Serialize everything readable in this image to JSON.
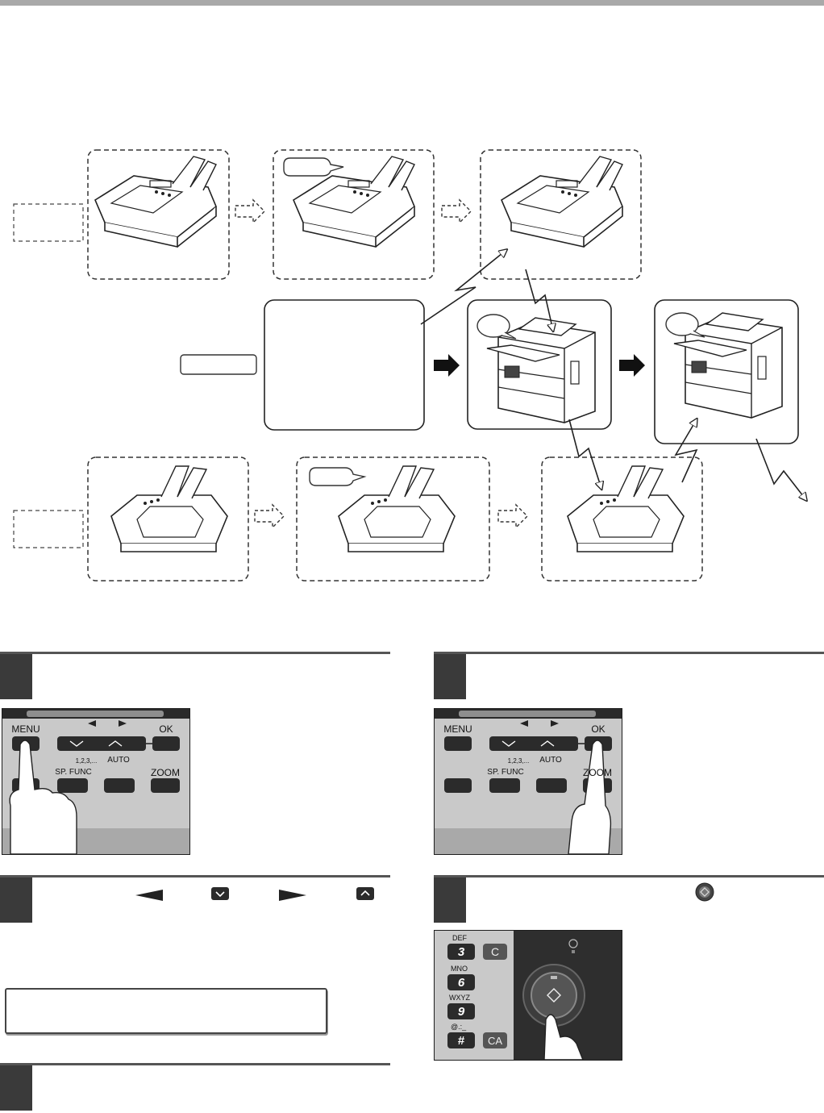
{
  "panel_op": {
    "menu_label": "MENU",
    "ok_label": "OK",
    "auto_label": "AUTO",
    "sp_func_label": "SP. FUNC",
    "zoom_label": "ZOOM",
    "sort_label": "1,2,3,..."
  },
  "keypad": {
    "keys": [
      {
        "letters": "DEF",
        "digit": "3"
      },
      {
        "letters": "MNO",
        "digit": "6"
      },
      {
        "letters": "WXYZ",
        "digit": "9"
      },
      {
        "letters": "@.:_",
        "digit": "#"
      }
    ],
    "clear_label": "C",
    "clear_all_label": "CA"
  },
  "colors": {
    "panel_bg": "#3b3b3b",
    "panel_face": "#c9c9c9",
    "key_fill": "#2b2b2b",
    "topbar": "#a9a9a9",
    "step_tab": "#3a3a3a"
  }
}
